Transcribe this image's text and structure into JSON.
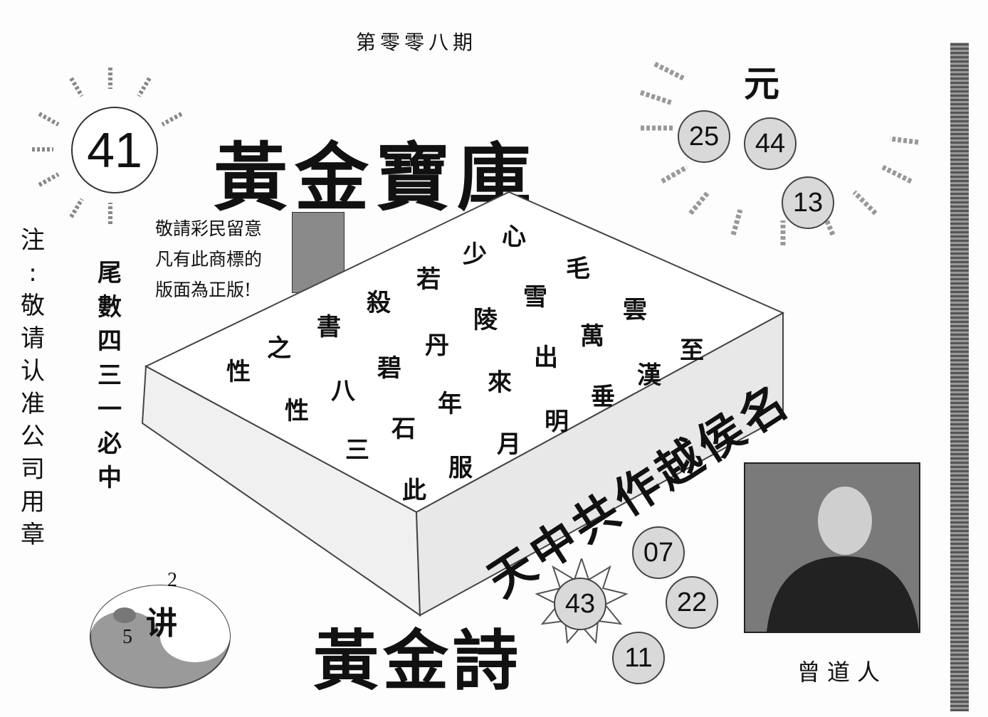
{
  "issue": "第零零八期",
  "main_number": "41",
  "title": "黃金寶庫",
  "notice_lines": [
    "敬請彩民留意",
    "凡有此商標的",
    "版面為正版!"
  ],
  "note_chars": [
    "注",
    ":",
    "敬",
    "请",
    "认",
    "准",
    "公",
    "司",
    "用",
    "章"
  ],
  "tail_chars": [
    "尾",
    "數",
    "四",
    "三",
    "一",
    "必",
    "中"
  ],
  "yuan_label": "元",
  "balls_top": [
    "25",
    "44",
    "13"
  ],
  "balls_bottom": [
    "07",
    "43",
    "22",
    "11"
  ],
  "poem_rows": [
    [
      "性",
      "之",
      "書",
      "殺",
      "若",
      "少",
      "心"
    ],
    [
      "性",
      "八",
      "碧",
      "丹",
      "陵",
      "雪",
      "毛"
    ],
    [
      "三",
      "石",
      "年",
      "來",
      "出",
      "萬",
      "雲"
    ],
    [
      "此",
      "服",
      "月",
      "明",
      "垂",
      "漢",
      "至"
    ]
  ],
  "slogan": "天中共作越侯名",
  "bottom_title": "黃金詩",
  "yinyang": {
    "top_num": "2",
    "char": "讲",
    "bottom_num": "5"
  },
  "photo_name": "曾道人",
  "colors": {
    "ball_fill": "#d9d9d9",
    "ink": "#111111"
  }
}
